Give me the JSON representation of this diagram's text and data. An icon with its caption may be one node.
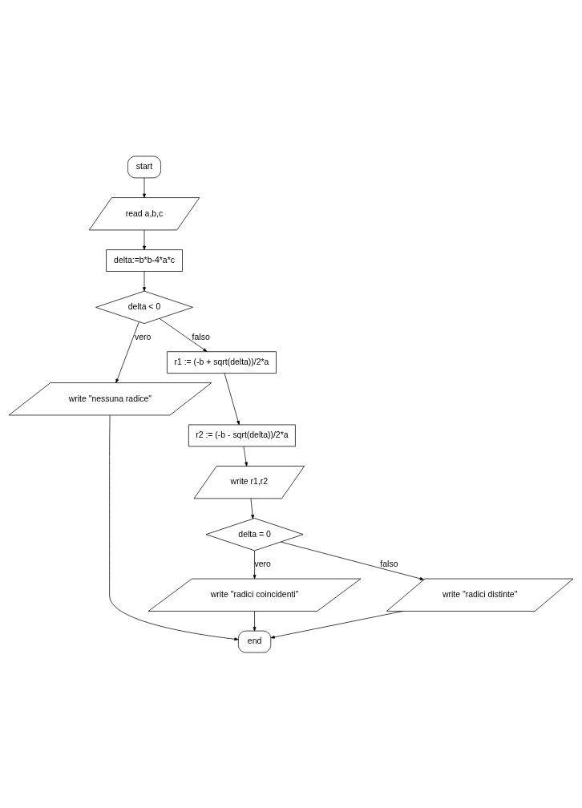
{
  "diagram": {
    "nodes": [
      {
        "text": [
          "start"
        ]
      },
      {
        "text": [
          "read a,b,c"
        ]
      },
      {
        "text": [
          "delta:=b*b-4*a*c"
        ]
      },
      {
        "text": [
          "delta < 0"
        ]
      },
      {
        "text": [
          "write \"nessuna radice\""
        ]
      },
      {
        "text": [
          "r1 := (-b + sqrt(delta))/2*a"
        ]
      },
      {
        "text": [
          "r2 := (-b - sqrt(delta))/2*a"
        ]
      },
      {
        "text": [
          "write r1,r2"
        ]
      },
      {
        "text": [
          "delta = 0"
        ]
      },
      {
        "text": [
          "write \"radici coincidenti\""
        ]
      },
      {
        "text": [
          "write \"radici distinte\""
        ]
      },
      {
        "text": [
          "end"
        ]
      }
    ],
    "edges": [
      {
        "from": 0,
        "to": 1,
        "arrow": "to"
      },
      {
        "from": 1,
        "to": 2,
        "arrow": "to"
      },
      {
        "from": 2,
        "to": 3,
        "arrow": "to"
      },
      {
        "from": 3,
        "to": 4,
        "label": "vero",
        "arrow": "to"
      },
      {
        "from": 3,
        "to": 5,
        "label": "falso",
        "arrow": "to"
      },
      {
        "from": 5,
        "to": 6,
        "arrow": "to"
      },
      {
        "from": 6,
        "to": 7,
        "arrow": "to"
      },
      {
        "from": 7,
        "to": 8,
        "arrow": "to"
      },
      {
        "from": 8,
        "to": 9,
        "label": "vero",
        "arrow": "to"
      },
      {
        "from": 8,
        "to": 10,
        "label": "falso",
        "arrow": "to"
      },
      {
        "from": 4,
        "to": 11,
        "arrow": "to"
      },
      {
        "from": 9,
        "to": 11,
        "arrow": "to"
      },
      {
        "from": 10,
        "to": 11,
        "arrow": "to"
      }
    ]
  }
}
